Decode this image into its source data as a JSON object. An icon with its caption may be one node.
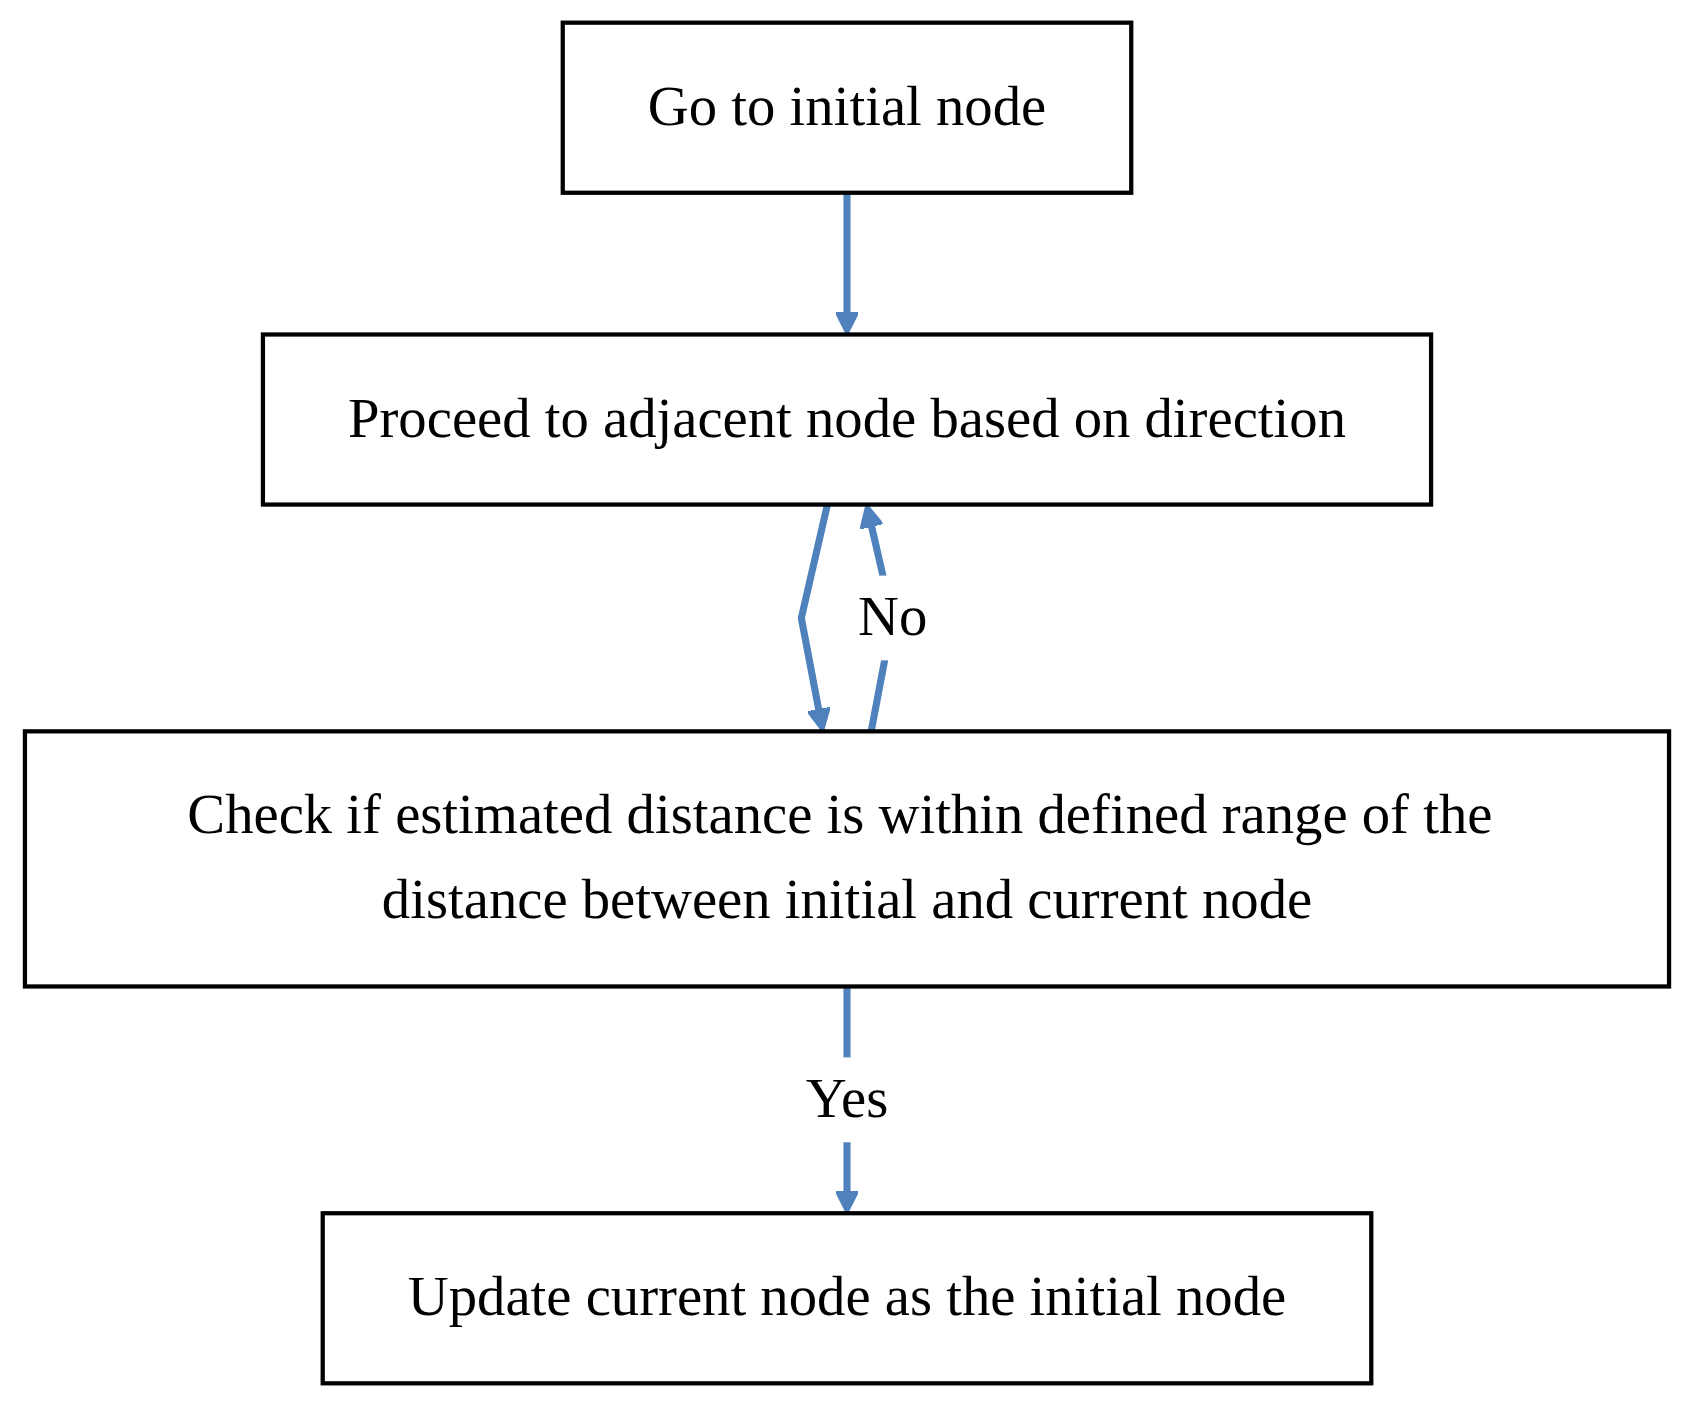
{
  "diagram": {
    "nodes": [
      {
        "text": [
          "Go to initial node"
        ]
      },
      {
        "text": [
          "Proceed to adjacent node based on direction"
        ]
      },
      {
        "text": [
          "Check if estimated distance is within defined range of the distance between initial and current node"
        ]
      },
      {
        "text": [
          "Update current node as the initial node"
        ]
      }
    ],
    "edges": [
      {
        "from": 0,
        "to": 1,
        "arrow": "to"
      },
      {
        "from": 1,
        "to": 2,
        "arrow": "to"
      },
      {
        "from": 2,
        "to": 1,
        "arrow": "to",
        "label": "No"
      },
      {
        "from": 2,
        "to": 3,
        "arrow": "to",
        "label": "Yes"
      }
    ]
  }
}
